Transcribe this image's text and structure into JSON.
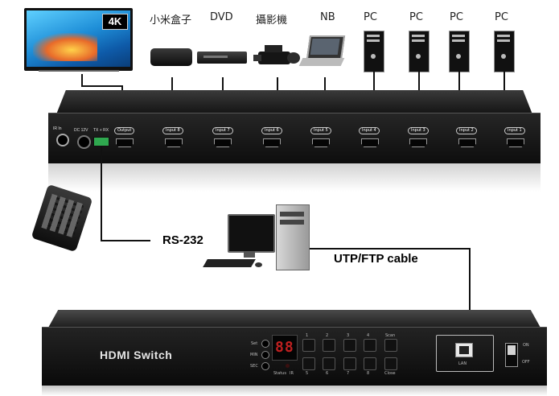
{
  "devices": {
    "tv_badge": "4K",
    "labels": [
      "小米盒子",
      "DVD",
      "攝影機",
      "NB",
      "PC",
      "PC",
      "PC",
      "PC"
    ]
  },
  "back_panel": {
    "ir_label": "IR In",
    "power_label": "DC 12V",
    "serial_label": "TX + RX",
    "output_label": "Output",
    "inputs": [
      "Input 8",
      "Input 7",
      "Input 6",
      "Input 5",
      "Input 4",
      "Input 3",
      "Input 2",
      "Input 1"
    ]
  },
  "connections": {
    "rs232": "RS-232",
    "utp": "UTP/FTP cable"
  },
  "front_panel": {
    "title": "HDMI Switch",
    "left_buttons": [
      "Set",
      "MIN",
      "SEC"
    ],
    "display": "88",
    "status_label": "Status",
    "ir_label": "IR",
    "top_numbers": [
      "1",
      "2",
      "3",
      "4",
      "Scan"
    ],
    "bottom_numbers": [
      "5",
      "6",
      "7",
      "8",
      "Close"
    ],
    "lan_label": "LAN",
    "switch_on": "ON",
    "switch_off": "OFF"
  },
  "colors": {
    "wire": "#111111",
    "chassis": "#1a1a1a",
    "screen": "#2aa7e8"
  }
}
